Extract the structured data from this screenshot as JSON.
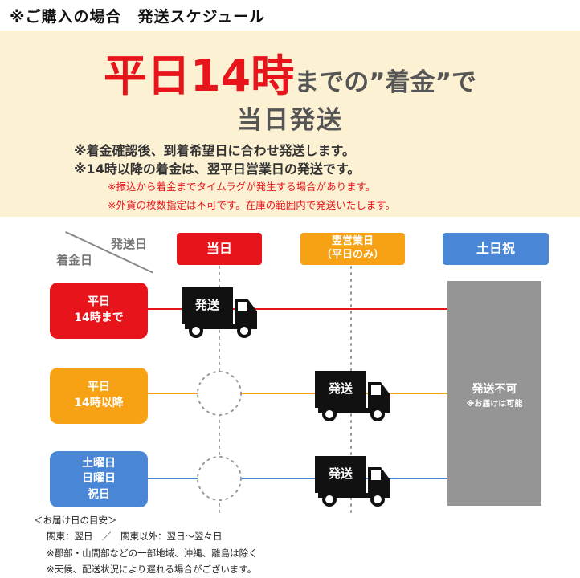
{
  "heading": "※ご購入の場合　発送スケジュール",
  "banner": {
    "headline_red": "平日14時",
    "headline_rest": "までの”着金”で",
    "same_day": "当日発送",
    "notes_bold": [
      "※着金確認後、到着希望日に合わせ発送します。",
      "※14時以降の着金は、翌平日営業日の発送です。"
    ],
    "notes_red": [
      "※振込から着金までタイムラグが発生する場合があります。",
      "※外貨の枚数指定は不可です。在庫の範囲内で発送いたします。"
    ]
  },
  "diagram": {
    "axis_ship_label": "発送日",
    "axis_receive_label": "着金日",
    "columns": {
      "same_day": "当日",
      "next_business_line1": "翌営業日",
      "next_business_line2": "（平日のみ）",
      "weekend": "土日祝"
    },
    "rows": {
      "row1_line1": "平日",
      "row1_line2": "14時まで",
      "row2_line1": "平日",
      "row2_line2": "14時以降",
      "row3_line1": "土曜日",
      "row3_line2": "日曜日",
      "row3_line3": "祝日"
    },
    "truck_label": "発送",
    "no_ship": "発送不可",
    "no_ship_sub": "※お届けは可能",
    "colors": {
      "red": "#e8141c",
      "orange": "#f7a215",
      "blue": "#4a86d6",
      "gray": "#959595"
    }
  },
  "footer": [
    "＜お届け日の目安＞",
    "関東：翌日　／　関東以外：翌日～翌々日",
    "※郡部・山間部などの一部地域、沖縄、離島は除く",
    "※天候、配送状況により遅れる場合がございます。"
  ]
}
